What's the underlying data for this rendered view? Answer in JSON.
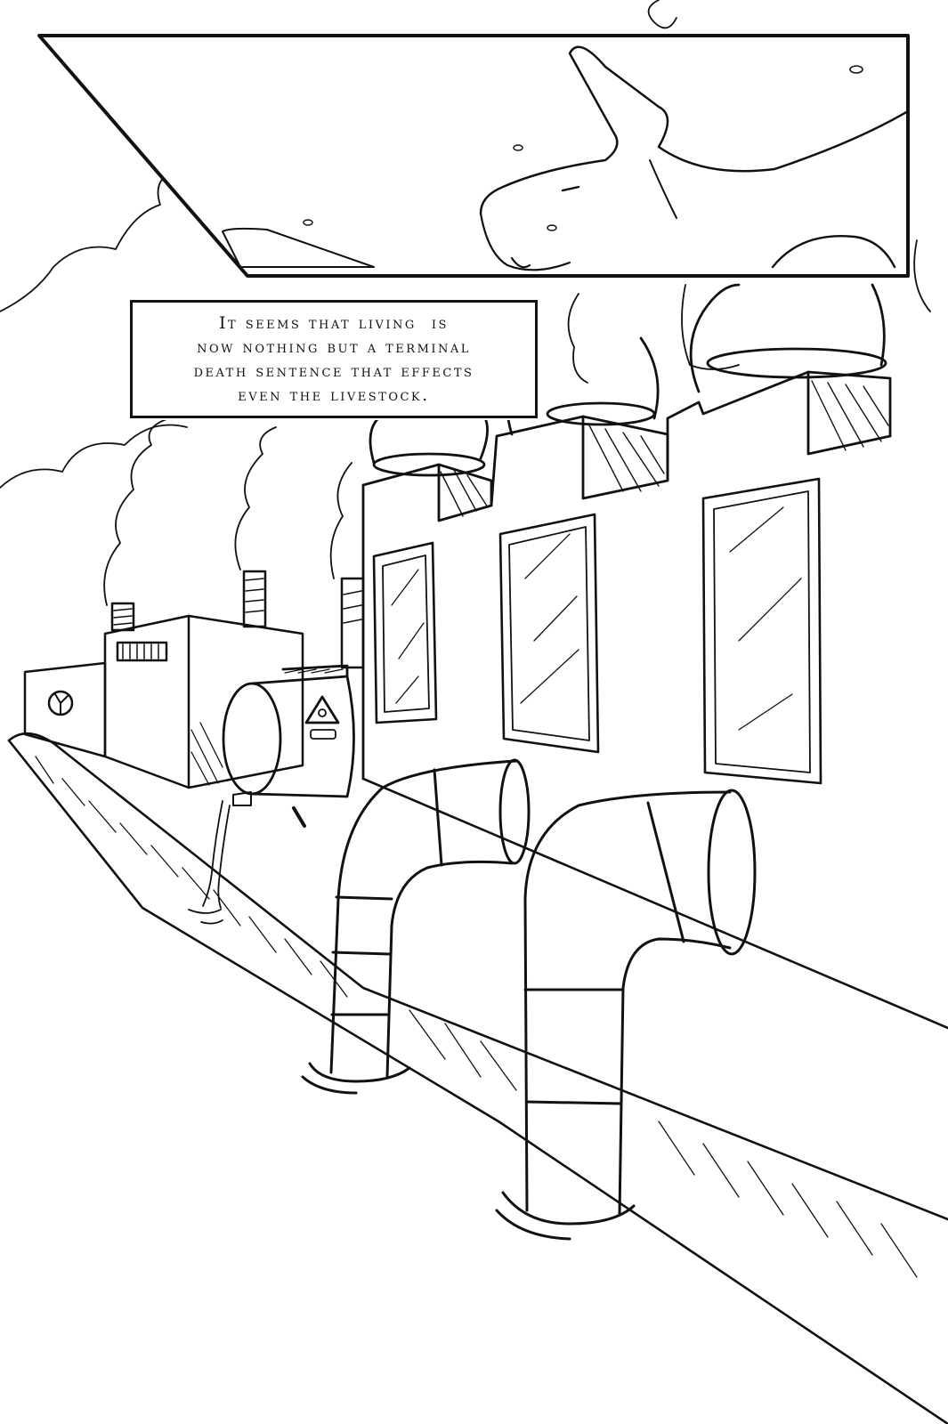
{
  "caption": {
    "lines": [
      "It seems that living  is",
      "now nothing but a terminal",
      "death sentence that effects",
      "even the livestock."
    ]
  },
  "icons": [
    "radiation-symbol-icon",
    "toxic-skull-icon",
    "fly-icon"
  ],
  "colors": {
    "ink": "#111111",
    "paper": "#ffffff"
  }
}
